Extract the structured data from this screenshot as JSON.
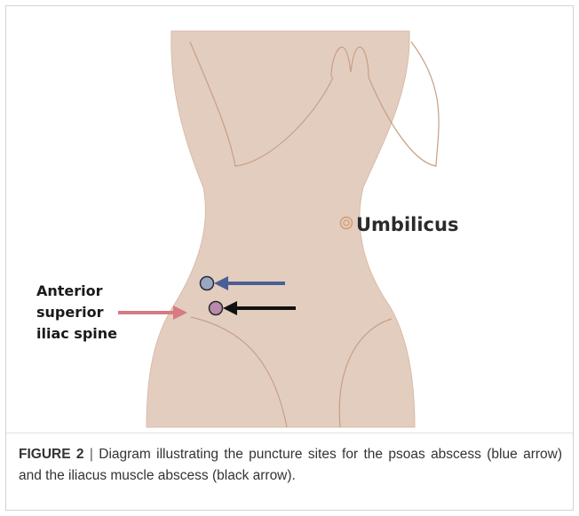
{
  "figure": {
    "labels": {
      "umbilicus": "Umbilicus",
      "asis_line1": "Anterior",
      "asis_line2": "superior",
      "asis_line3": "iliac spine"
    },
    "colors": {
      "skin": "#e3cdbf",
      "outline": "#c79f85",
      "blue_arrow": "#4a5f95",
      "black_arrow": "#111111",
      "pink_arrow": "#d77a82",
      "psoas_point": "#9aa6c6",
      "iliacus_point": "#b88aad",
      "umbilicus": "#d39a6e"
    }
  },
  "caption": {
    "label": "FIGURE 2",
    "separator": "|",
    "text": "Diagram illustrating the puncture sites for the psoas abscess (blue arrow) and the iliacus muscle abscess (black arrow)."
  }
}
